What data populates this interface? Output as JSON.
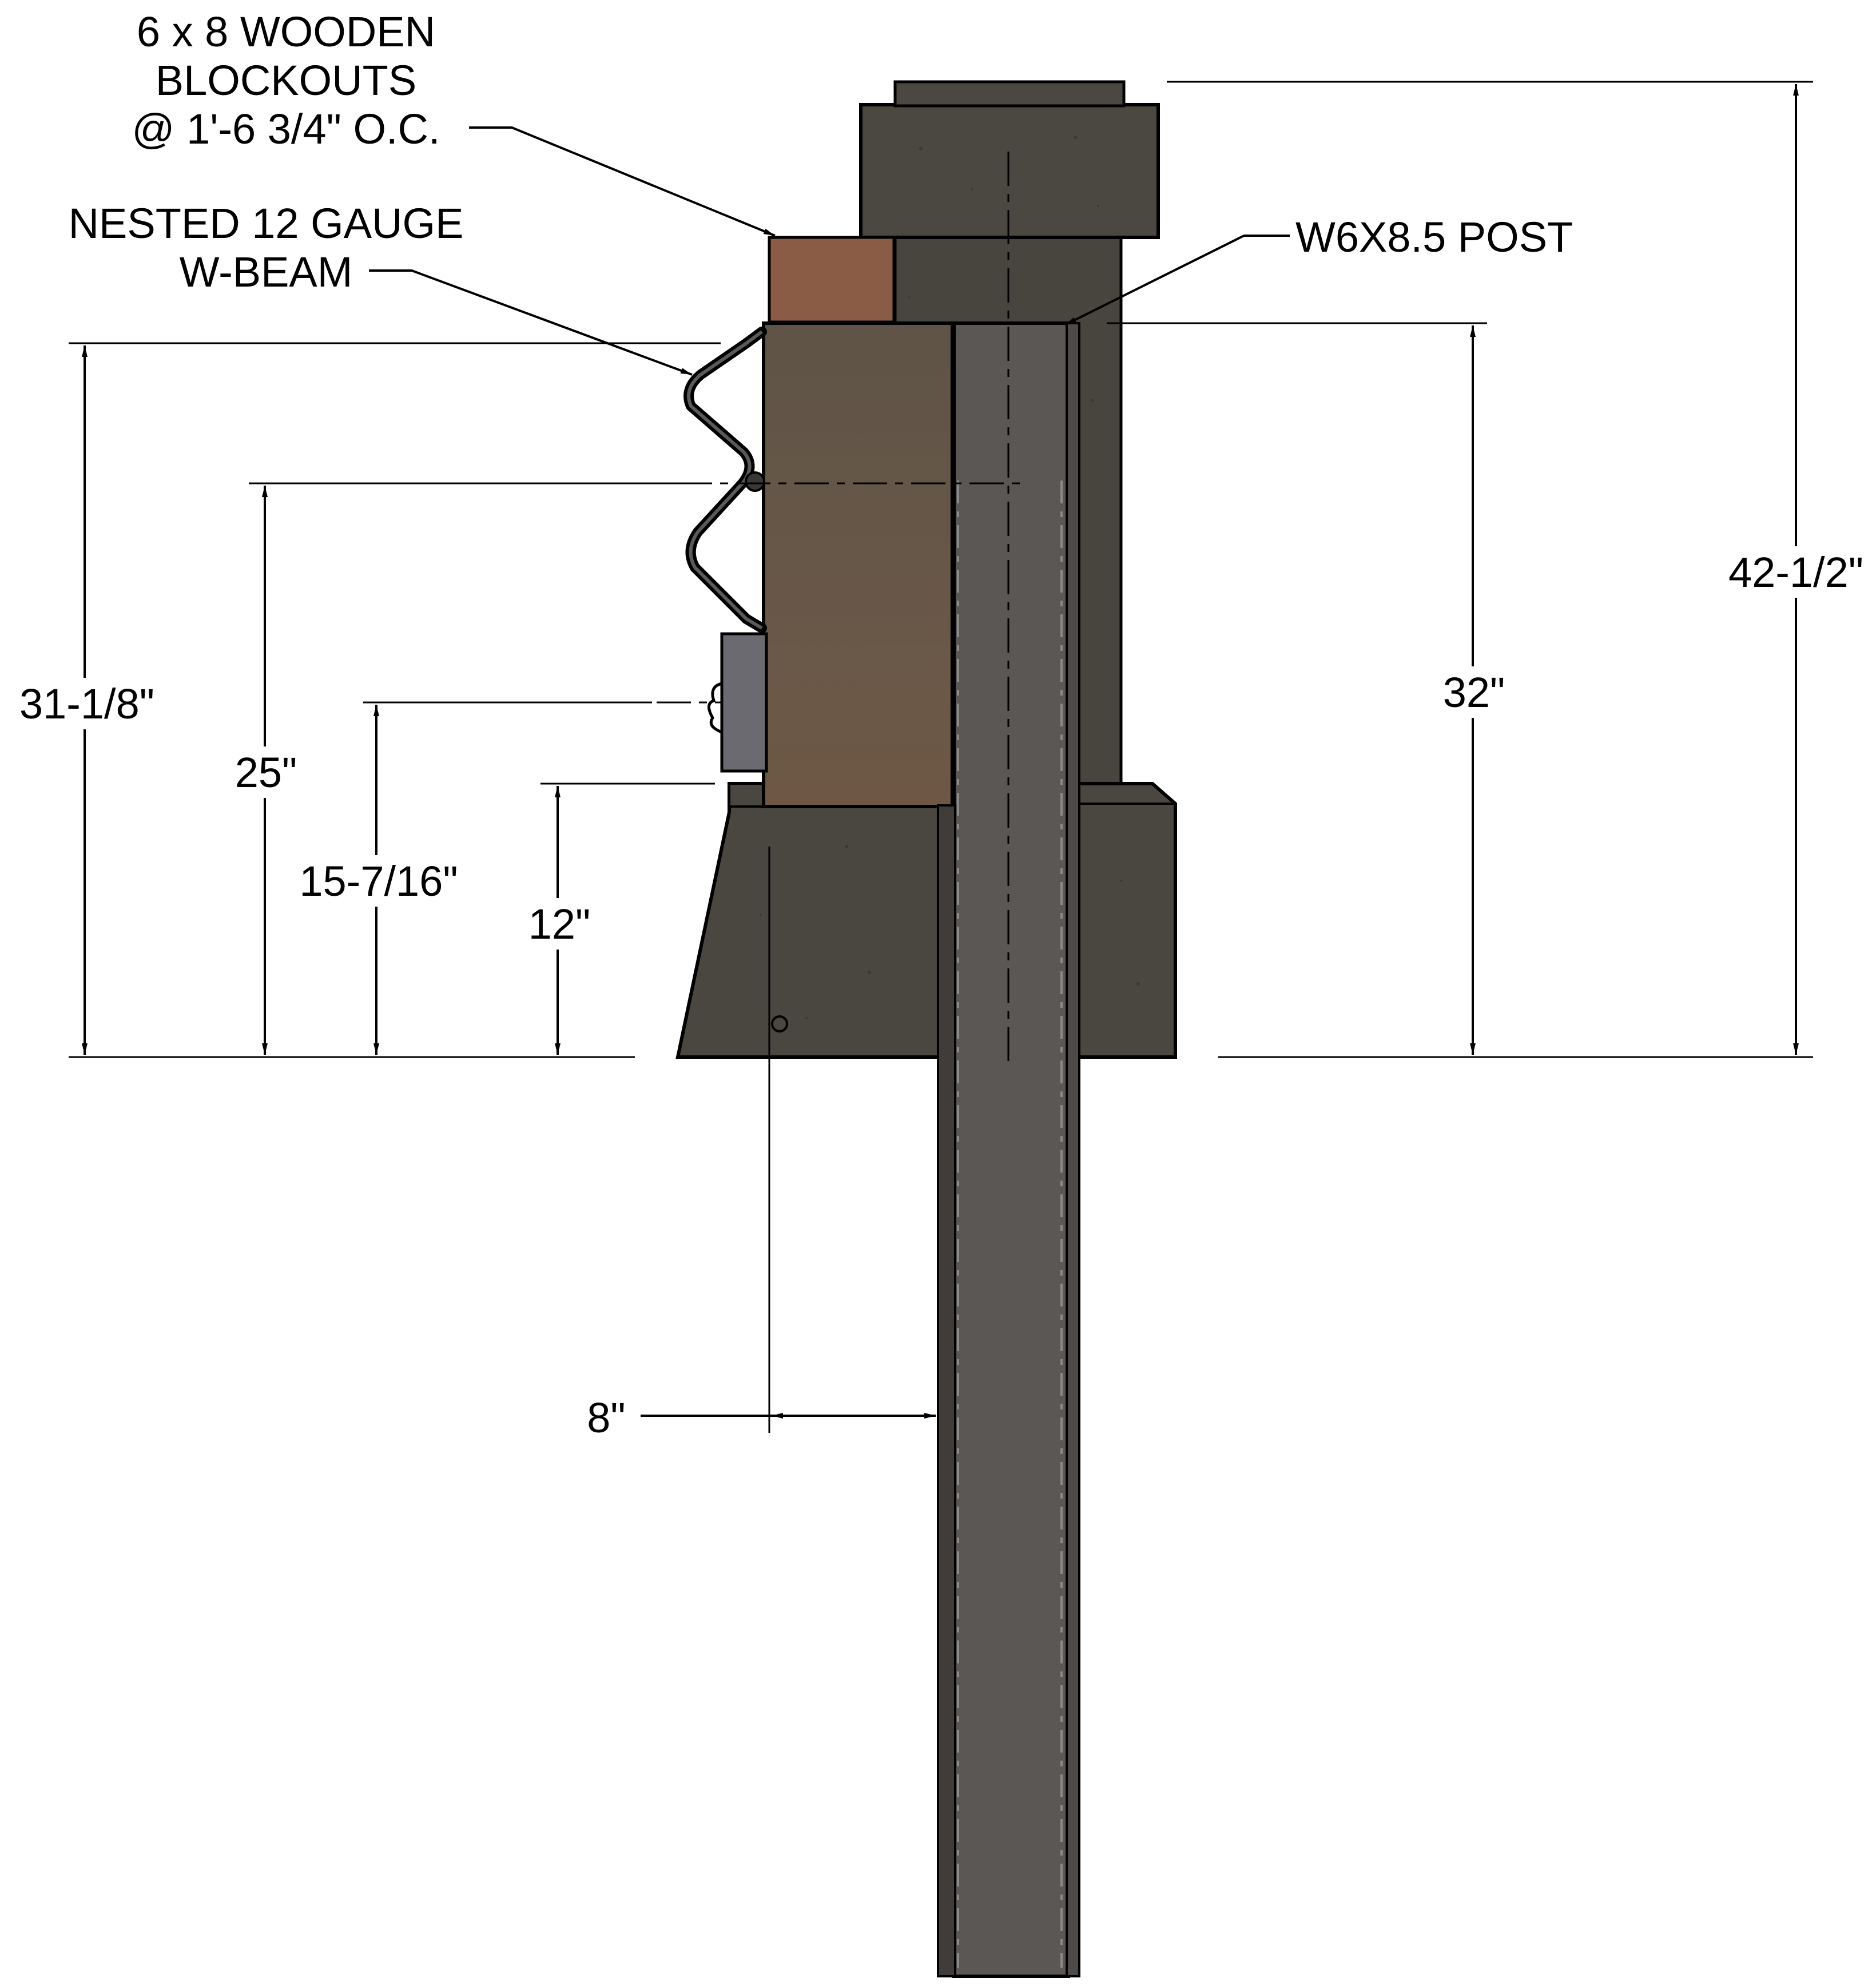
{
  "labels": {
    "blockout_line1": "6 x 8 WOODEN",
    "blockout_line2": "BLOCKOUTS",
    "blockout_line3": "@ 1'-6 3/4\" O.C.",
    "wbeam_line1": "NESTED 12 GAUGE",
    "wbeam_line2": "W-BEAM",
    "post": "W6X8.5 POST"
  },
  "dimensions": {
    "rail_height": "31-1/8\"",
    "rail_center": "25\"",
    "lower_bolt": "15-7/16\"",
    "curb_height": "12\"",
    "post_top": "32\"",
    "overall": "42-1/2\"",
    "post_offset": "8\""
  },
  "colors": {
    "concrete": "#48443e",
    "concrete_light": "#4e4a44",
    "wood_block": "#6a5848",
    "wood_block_top": "#8a5c45",
    "steel_post": "#5a5754",
    "plate": "#6b6a70",
    "line": "#000000"
  }
}
